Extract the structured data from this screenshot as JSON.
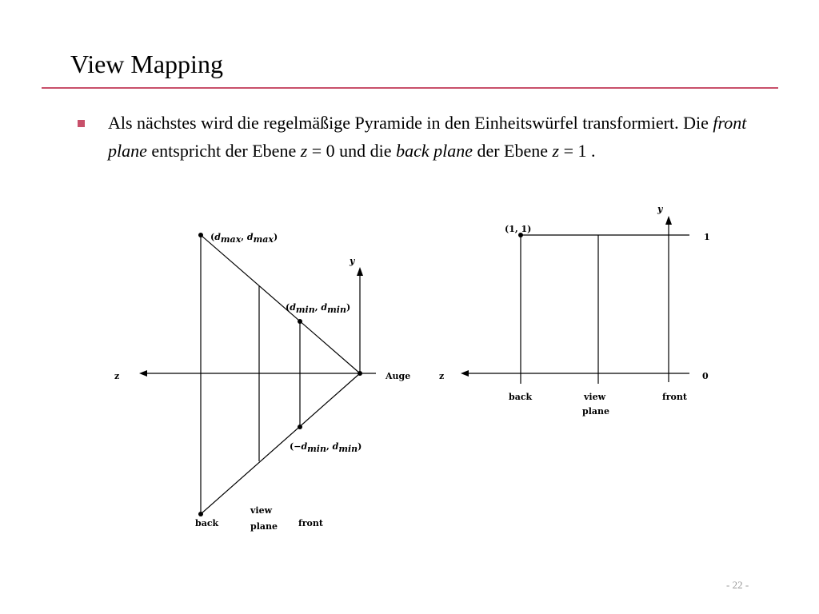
{
  "slide": {
    "title": "View Mapping",
    "page_number": "- 22 -",
    "bullet": {
      "part1": "Als nächstes wird die regelmäßige Pyramide in den Einheitswürfel transformiert. Die ",
      "front_plane": "front plane",
      "part2": " entspricht der Ebene ",
      "z1": "z",
      "part3": " = 0 und die ",
      "back_plane": "back plane",
      "part4": " der Ebene ",
      "z2": "z",
      "part5": " = 1 ."
    }
  },
  "left_diagram": {
    "z_label": "z",
    "y_label": "y",
    "eye_label": "Auge",
    "back_label": "back",
    "view_label": "view",
    "plane_label": "plane",
    "front_label": "front",
    "pt_max": {
      "open": "(",
      "d1": "d",
      "s1": "max",
      "comma": ", ",
      "d2": "d",
      "s2": "max",
      "close": ")"
    },
    "pt_min": {
      "open": "(",
      "d1": "d",
      "s1": "min",
      "comma": ", ",
      "d2": "d",
      "s2": "min",
      "close": ")"
    },
    "pt_neg": {
      "open": "(",
      "neg": "−",
      "d1": "d",
      "s1": "min",
      "comma": ", ",
      "d2": "d",
      "s2": "min",
      "close": ")"
    }
  },
  "right_diagram": {
    "z_label": "z",
    "y_label": "y",
    "corner_label": "(1, 1)",
    "one_label": "1",
    "zero_label": "0",
    "back_label": "back",
    "view_label": "view",
    "plane_label": "plane",
    "front_label": "front"
  }
}
